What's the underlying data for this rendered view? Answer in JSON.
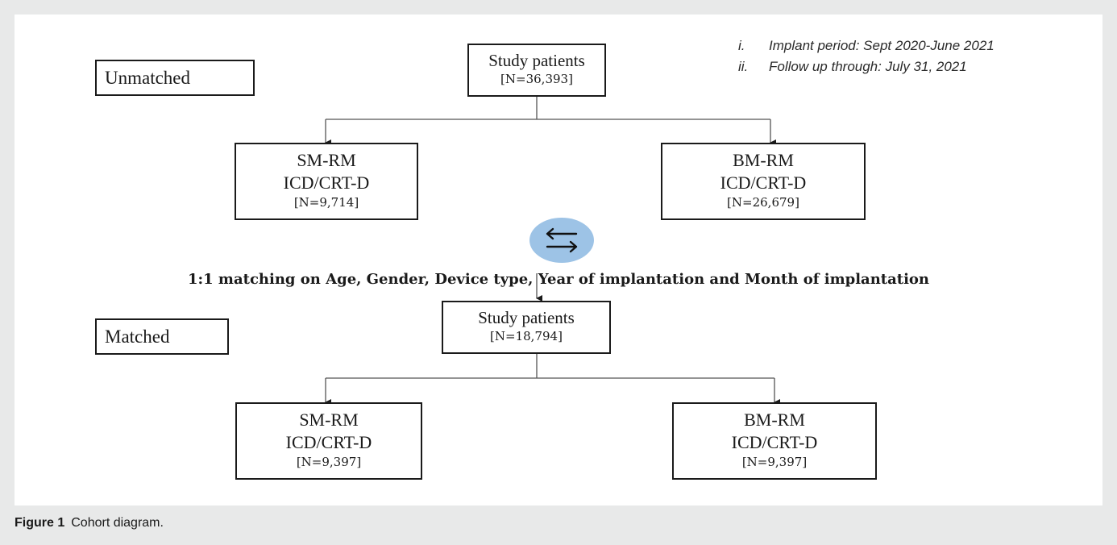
{
  "labels": {
    "unmatched": "Unmatched",
    "matched": "Matched"
  },
  "notes": [
    {
      "num": "i.",
      "text": "Implant period: Sept 2020-June 2021"
    },
    {
      "num": "ii.",
      "text": "Follow up through:  July 31, 2021"
    }
  ],
  "top": {
    "study": {
      "line1": "Study patients",
      "n": "[N=36,393]"
    },
    "left": {
      "line1": "SM-RM",
      "line2": "ICD/CRT-D",
      "n": "[N=9,714]"
    },
    "right": {
      "line1": "BM-RM",
      "line2": "ICD/CRT-D",
      "n": "[N=26,679]"
    }
  },
  "matching_text": "1:1 matching on Age, Gender, Device type, Year of implantation and Month of implantation",
  "bottom": {
    "study": {
      "line1": "Study patients",
      "n": "[N=18,794]"
    },
    "left": {
      "line1": "SM-RM",
      "line2": "ICD/CRT-D",
      "n": "[N=9,397]"
    },
    "right": {
      "line1": "BM-RM",
      "line2": "ICD/CRT-D",
      "n": "[N=9,397]"
    }
  },
  "caption": {
    "label": "Figure 1",
    "text": "Cohort diagram."
  },
  "colors": {
    "oval": "#9dc3e6",
    "background": "#e8e9e9",
    "lines": "#555555"
  },
  "icons": {
    "swap": "swap-arrows-icon"
  }
}
